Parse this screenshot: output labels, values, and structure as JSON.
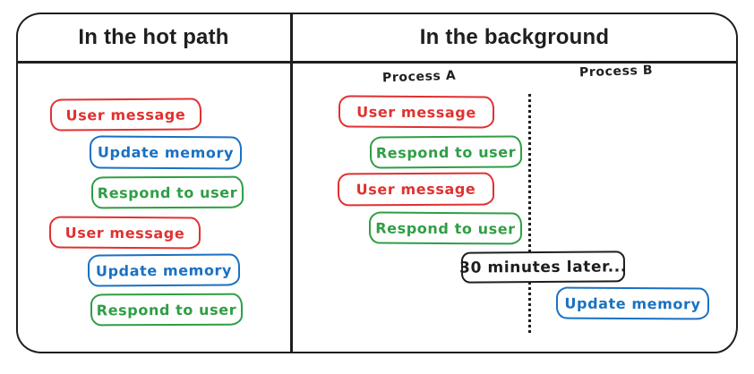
{
  "colors": {
    "red": "#e03131",
    "blue": "#1971c2",
    "green": "#2f9e44",
    "ink": "#1e1e1e"
  },
  "left_panel": {
    "title": "In the hot path",
    "boxes": [
      {
        "label": "User message",
        "color": "red"
      },
      {
        "label": "Update memory",
        "color": "blue"
      },
      {
        "label": "Respond to user",
        "color": "green"
      },
      {
        "label": "User message",
        "color": "red"
      },
      {
        "label": "Update memory",
        "color": "blue"
      },
      {
        "label": "Respond to user",
        "color": "green"
      }
    ]
  },
  "right_panel": {
    "title": "In the background",
    "process_a_label": "Process A",
    "process_b_label": "Process B",
    "process_a_boxes": [
      {
        "label": "User message",
        "color": "red"
      },
      {
        "label": "Respond to user",
        "color": "green"
      },
      {
        "label": "User message",
        "color": "red"
      },
      {
        "label": "Respond to user",
        "color": "green"
      }
    ],
    "note": {
      "label": "30 minutes later...",
      "color": "ink"
    },
    "process_b_boxes": [
      {
        "label": "Update memory",
        "color": "blue"
      }
    ]
  }
}
